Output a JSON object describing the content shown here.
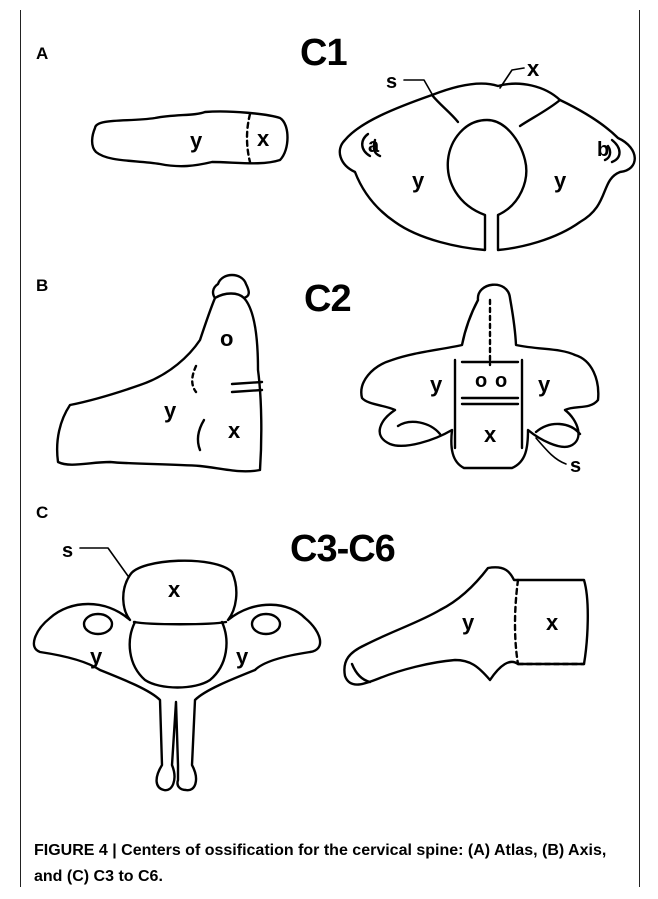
{
  "figure": {
    "panels": [
      {
        "letter": "A",
        "vertebra": "C1"
      },
      {
        "letter": "B",
        "vertebra": "C2"
      },
      {
        "letter": "C",
        "vertebra": "C3-C6"
      }
    ],
    "labels": {
      "x": "x",
      "y": "y",
      "s": "s",
      "o": "o",
      "a": "a",
      "b": "b"
    },
    "caption": "FIGURE 4 | Centers of ossification for the cervical spine: (A) Atlas, (B) Axis, and (C) C3 to C6."
  }
}
